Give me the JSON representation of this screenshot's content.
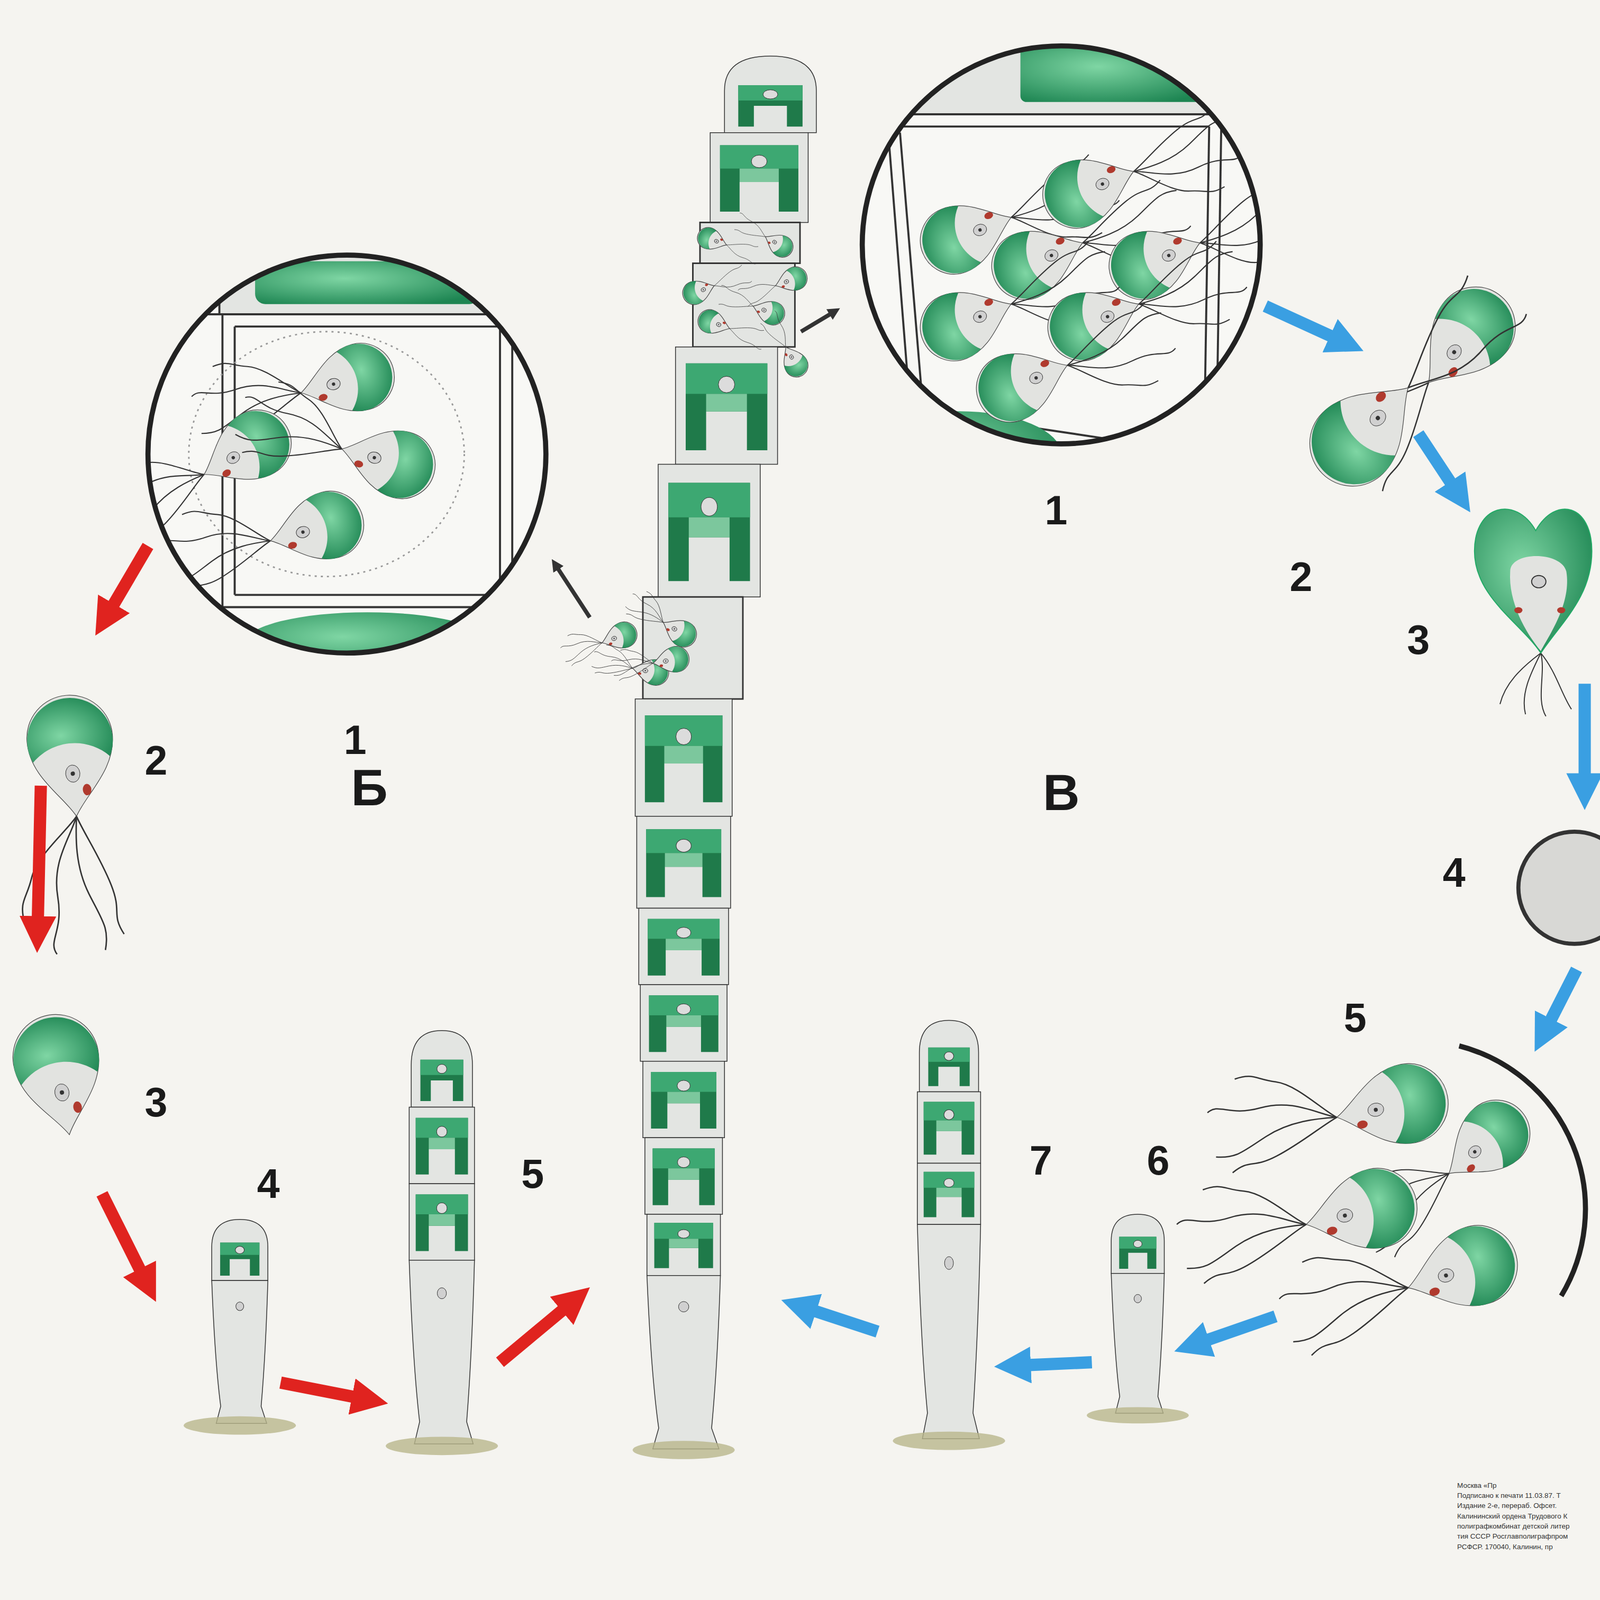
{
  "diagram": {
    "labels": [
      "1",
      "2",
      "Б",
      "3",
      "4",
      "5",
      "1",
      "2",
      "3",
      "В",
      "4",
      "5",
      "7",
      "6",
      "Москва «Пр",
      "Подписано к печати 11.03.87. Т",
      "Издание 2-е, перераб. Офсет.",
      "Калининский ордена Трудового К",
      "полиграфкомбинат детской литер",
      "тия СССР Росглавполиграфпром",
      "РСФСР. 170040, Калинин, пр"
    ]
  }
}
